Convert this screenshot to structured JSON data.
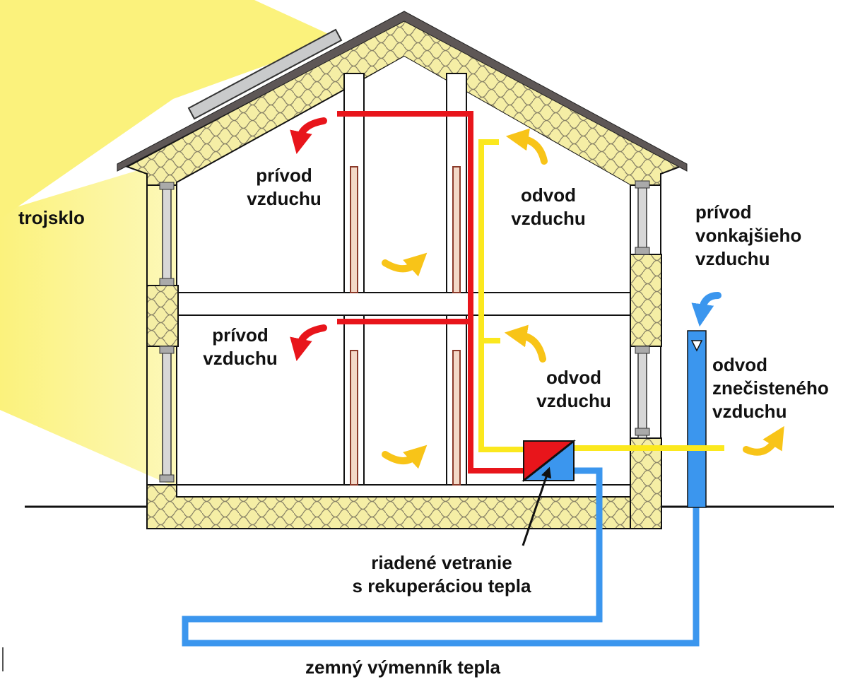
{
  "colors": {
    "sun": "#fbf27c",
    "insulation_fill": "#f5eea5",
    "insulation_pattern": "#8a8468",
    "roof": "#5e5756",
    "supply_duct": "#e8151b",
    "exhaust_duct": "#fbe81e",
    "ground_duct": "#3b96ee",
    "arrow_supply": "#e8151b",
    "arrow_exhaust": "#f8c418",
    "arrow_blue": "#3b96ee",
    "solar_panel": "#c9cacb",
    "outline": "#111111"
  },
  "icons": {
    "supply_arrow": "curved-arrow-red",
    "exhaust_arrow": "curved-arrow-yellow",
    "intake_arrow": "curved-arrow-blue",
    "filter": "triangle-down"
  },
  "labels": {
    "trojsklo": "trojsklo",
    "supply_upper": "prívod\nvzduchu",
    "supply_lower": "prívod\nvzduchu",
    "exhaust_upper": "odvod\nvzduchu",
    "exhaust_lower": "odvod\nvzduchu",
    "outside_intake": "prívod\nvonkajšieho\nvzduchu",
    "polluted_exhaust": "odvod\nznečisteného\nvzduchu",
    "recuperation": "riadené vetranie\ns rekuperáciou tepla",
    "ground_exchanger": "zemný výmenník tepla"
  }
}
